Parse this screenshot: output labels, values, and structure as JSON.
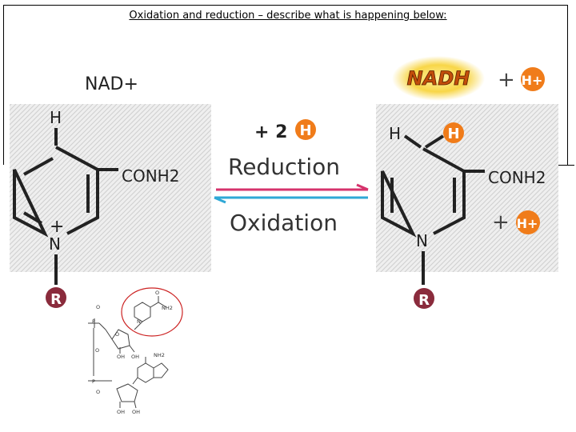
{
  "title": "Oxidation and reduction – describe what is happening below:",
  "left_molecule": {
    "label": "NAD+",
    "atom_h_top": "H",
    "substituent": "CONH2",
    "charge": "+",
    "atom_n": "N",
    "group_r": "R"
  },
  "right_molecule": {
    "label": "NADH",
    "plus_sign": "+",
    "proton": "H+",
    "atom_h_left": "H",
    "atom_h_right": "H",
    "substituent": "CONH2",
    "atom_n": "N",
    "group_r": "R",
    "proton_plus": "+",
    "proton2": "H+"
  },
  "reaction": {
    "added": "+ 2",
    "added_atom": "H",
    "forward": "Reduction",
    "reverse": "Oxidation"
  },
  "structure_labels": {
    "o1": "O",
    "o2": "O",
    "o3": "O",
    "o4": "O",
    "o5": "O",
    "p1": "P",
    "p2": "P",
    "oh1": "OH",
    "oh2": "OH",
    "oh3": "OH",
    "oh4": "OH",
    "nh2_top": "NH2",
    "nh2_bottom": "NH2",
    "n_ring": "N"
  },
  "colors": {
    "reduction_arrow": "#d6336c",
    "oxidation_arrow": "#2fa8d6",
    "h_badge": "#f07c1a",
    "r_badge": "#8a2b3c",
    "nadh_glow": "#f8d648",
    "nadh_text": "#c24d0b",
    "circle": "#cc2222",
    "hatch": "#d7d7d7"
  }
}
